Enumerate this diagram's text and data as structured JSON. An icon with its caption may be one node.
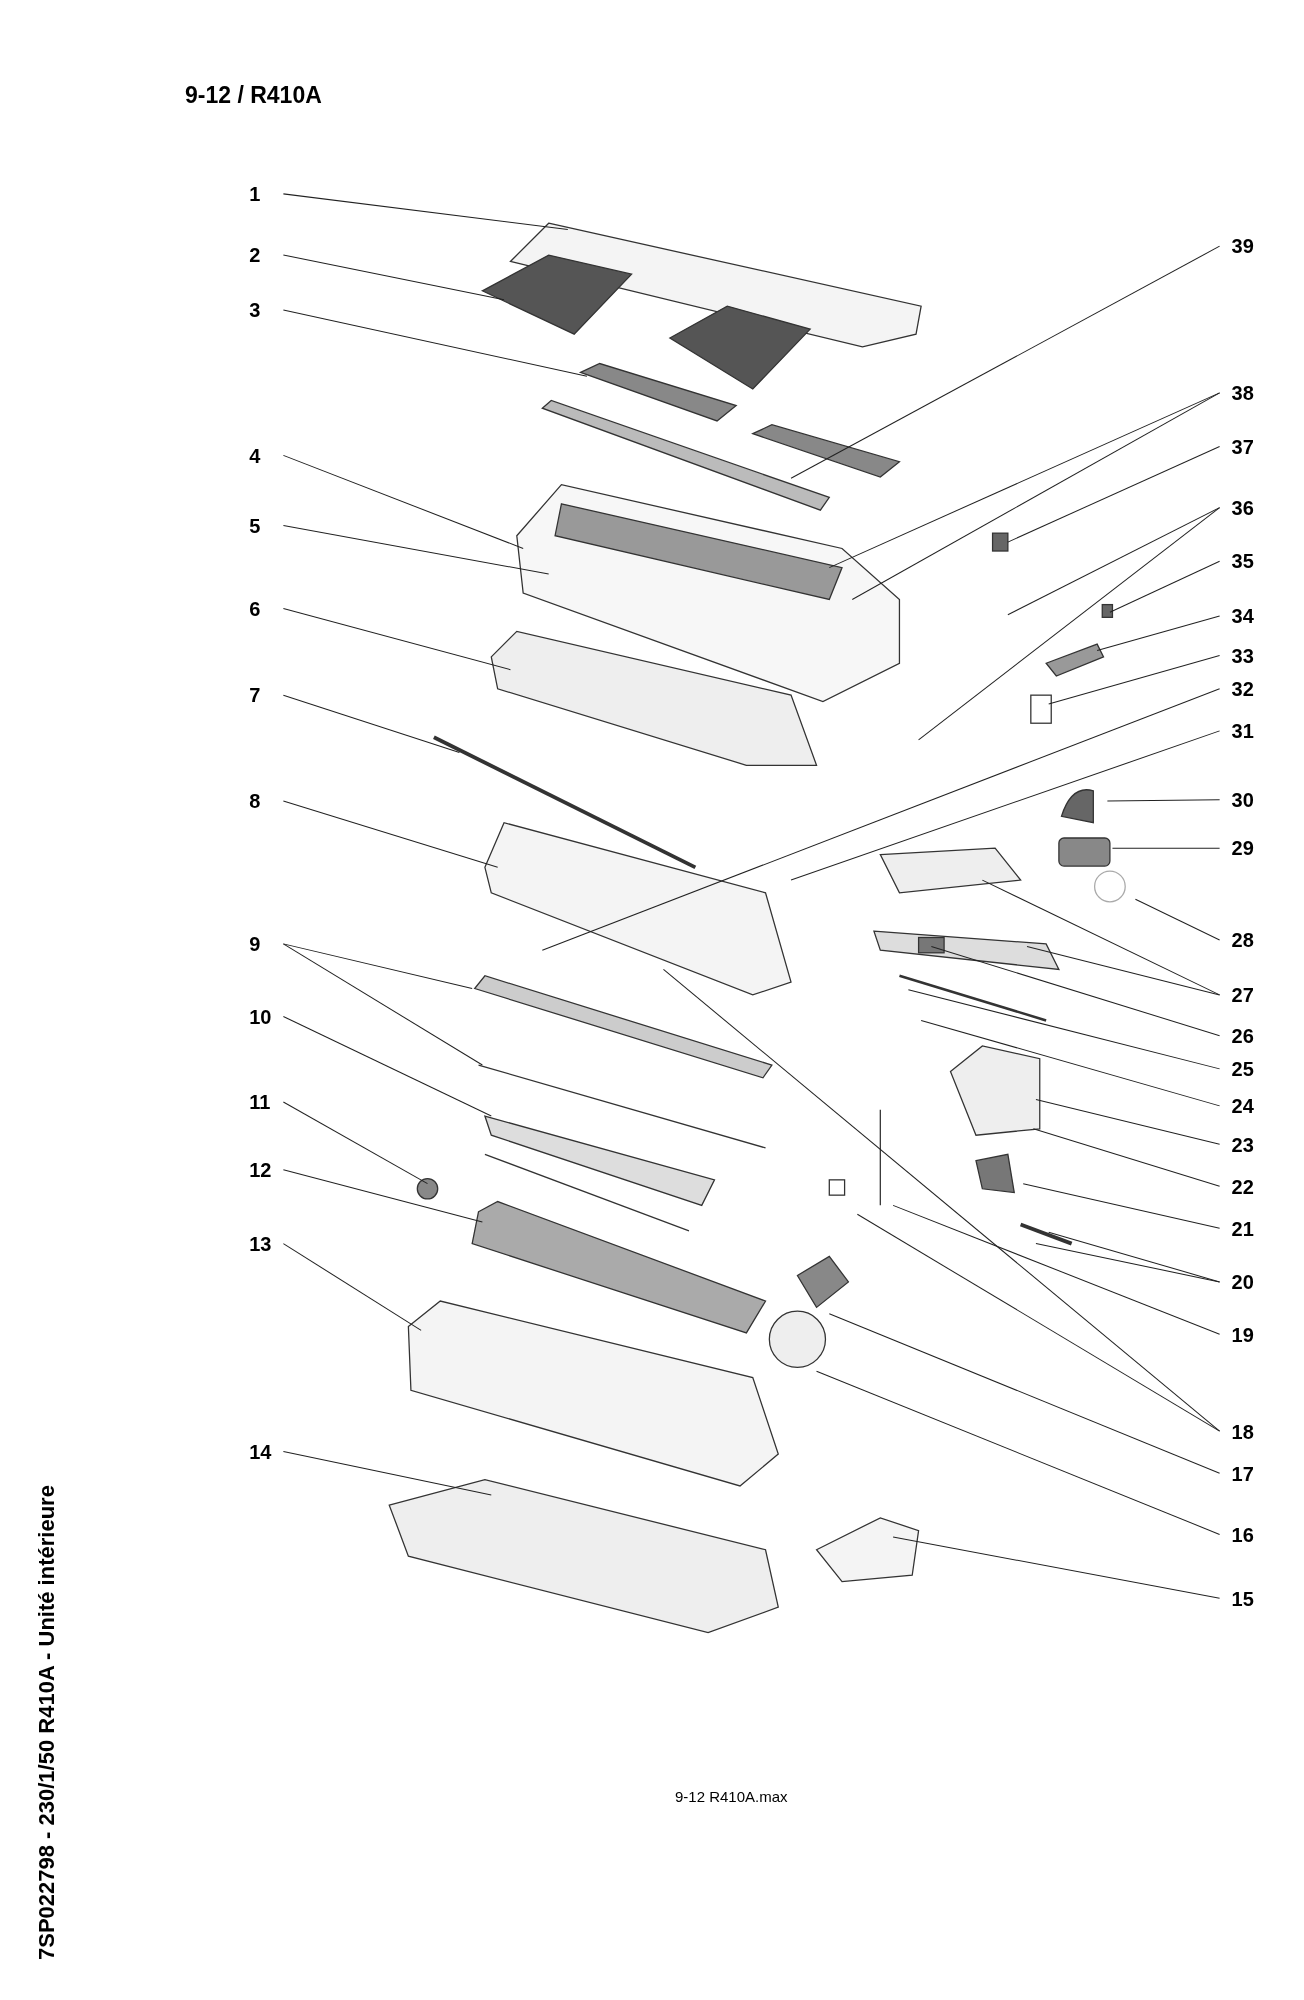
{
  "diagram": {
    "title": "9-12 / R410A",
    "nodes": [
      {
        "text": [
          "1"
        ]
      },
      {
        "text": [
          "2"
        ]
      },
      {
        "text": [
          "3"
        ]
      },
      {
        "text": [
          "4"
        ]
      },
      {
        "text": [
          "5"
        ]
      },
      {
        "text": [
          "6"
        ]
      },
      {
        "text": [
          "7"
        ]
      },
      {
        "text": [
          "8"
        ]
      },
      {
        "text": [
          "9"
        ]
      },
      {
        "text": [
          "10"
        ]
      },
      {
        "text": [
          "11"
        ]
      },
      {
        "text": [
          "12"
        ]
      },
      {
        "text": [
          "13"
        ]
      },
      {
        "text": [
          "14"
        ]
      },
      {
        "text": [
          "39"
        ]
      },
      {
        "text": [
          "38"
        ]
      },
      {
        "text": [
          "37"
        ]
      },
      {
        "text": [
          "36"
        ]
      },
      {
        "text": [
          "35"
        ]
      },
      {
        "text": [
          "34"
        ]
      },
      {
        "text": [
          "33"
        ]
      },
      {
        "text": [
          "32"
        ]
      },
      {
        "text": [
          "31"
        ]
      },
      {
        "text": [
          "30"
        ]
      },
      {
        "text": [
          "29"
        ]
      },
      {
        "text": [
          "28"
        ]
      },
      {
        "text": [
          "27"
        ]
      },
      {
        "text": [
          "26"
        ]
      },
      {
        "text": [
          "25"
        ]
      },
      {
        "text": [
          "24"
        ]
      },
      {
        "text": [
          "23"
        ]
      },
      {
        "text": [
          "22"
        ]
      },
      {
        "text": [
          "21"
        ]
      },
      {
        "text": [
          "20"
        ]
      },
      {
        "text": [
          "19"
        ]
      },
      {
        "text": [
          "18"
        ]
      },
      {
        "text": [
          "17"
        ]
      },
      {
        "text": [
          "16"
        ]
      },
      {
        "text": [
          "15"
        ]
      }
    ],
    "edges": [
      {
        "from": 0,
        "to": null,
        "arrow": "none"
      },
      {
        "from": 1,
        "to": null,
        "arrow": "none"
      },
      {
        "from": 2,
        "to": null,
        "arrow": "none"
      },
      {
        "from": 3,
        "to": null,
        "arrow": "none"
      },
      {
        "from": 4,
        "to": null,
        "arrow": "none"
      },
      {
        "from": 5,
        "to": null,
        "arrow": "none"
      },
      {
        "from": 6,
        "to": null,
        "arrow": "none"
      },
      {
        "from": 7,
        "to": null,
        "arrow": "none"
      },
      {
        "from": 8,
        "to": null,
        "arrow": "none"
      },
      {
        "from": 8,
        "to": null,
        "arrow": "none"
      },
      {
        "from": 9,
        "to": null,
        "arrow": "none"
      },
      {
        "from": 10,
        "to": null,
        "arrow": "none"
      },
      {
        "from": 11,
        "to": null,
        "arrow": "none"
      },
      {
        "from": 12,
        "to": null,
        "arrow": "none"
      },
      {
        "from": 13,
        "to": null,
        "arrow": "none"
      },
      {
        "from": 14,
        "to": null,
        "arrow": "none"
      },
      {
        "from": 15,
        "to": null,
        "arrow": "none"
      },
      {
        "from": 15,
        "to": null,
        "arrow": "none"
      },
      {
        "from": 16,
        "to": null,
        "arrow": "none"
      },
      {
        "from": 17,
        "to": null,
        "arrow": "none"
      },
      {
        "from": 17,
        "to": null,
        "arrow": "none"
      },
      {
        "from": 18,
        "to": null,
        "arrow": "none"
      },
      {
        "from": 19,
        "to": null,
        "arrow": "none"
      },
      {
        "from": 20,
        "to": null,
        "arrow": "none"
      },
      {
        "from": 21,
        "to": null,
        "arrow": "none"
      },
      {
        "from": 22,
        "to": null,
        "arrow": "none"
      },
      {
        "from": 23,
        "to": null,
        "arrow": "none"
      },
      {
        "from": 24,
        "to": null,
        "arrow": "none"
      },
      {
        "from": 25,
        "to": null,
        "arrow": "none"
      },
      {
        "from": 26,
        "to": null,
        "arrow": "none"
      },
      {
        "from": 26,
        "to": null,
        "arrow": "none"
      },
      {
        "from": 27,
        "to": null,
        "arrow": "none"
      },
      {
        "from": 28,
        "to": null,
        "arrow": "none"
      },
      {
        "from": 29,
        "to": null,
        "arrow": "none"
      },
      {
        "from": 30,
        "to": null,
        "arrow": "none"
      },
      {
        "from": 31,
        "to": null,
        "arrow": "none"
      },
      {
        "from": 32,
        "to": null,
        "arrow": "none"
      },
      {
        "from": 33,
        "to": null,
        "arrow": "none"
      },
      {
        "from": 33,
        "to": null,
        "arrow": "none"
      },
      {
        "from": 34,
        "to": null,
        "arrow": "none"
      },
      {
        "from": 35,
        "to": null,
        "arrow": "none"
      },
      {
        "from": 35,
        "to": null,
        "arrow": "none"
      },
      {
        "from": 36,
        "to": null,
        "arrow": "none"
      },
      {
        "from": 37,
        "to": null,
        "arrow": "none"
      },
      {
        "from": 38,
        "to": null,
        "arrow": "none"
      }
    ],
    "labels": [
      "7SP022798 - 230/1/50 R410A - Unité intérieure",
      "9-12 R410A.max"
    ]
  }
}
